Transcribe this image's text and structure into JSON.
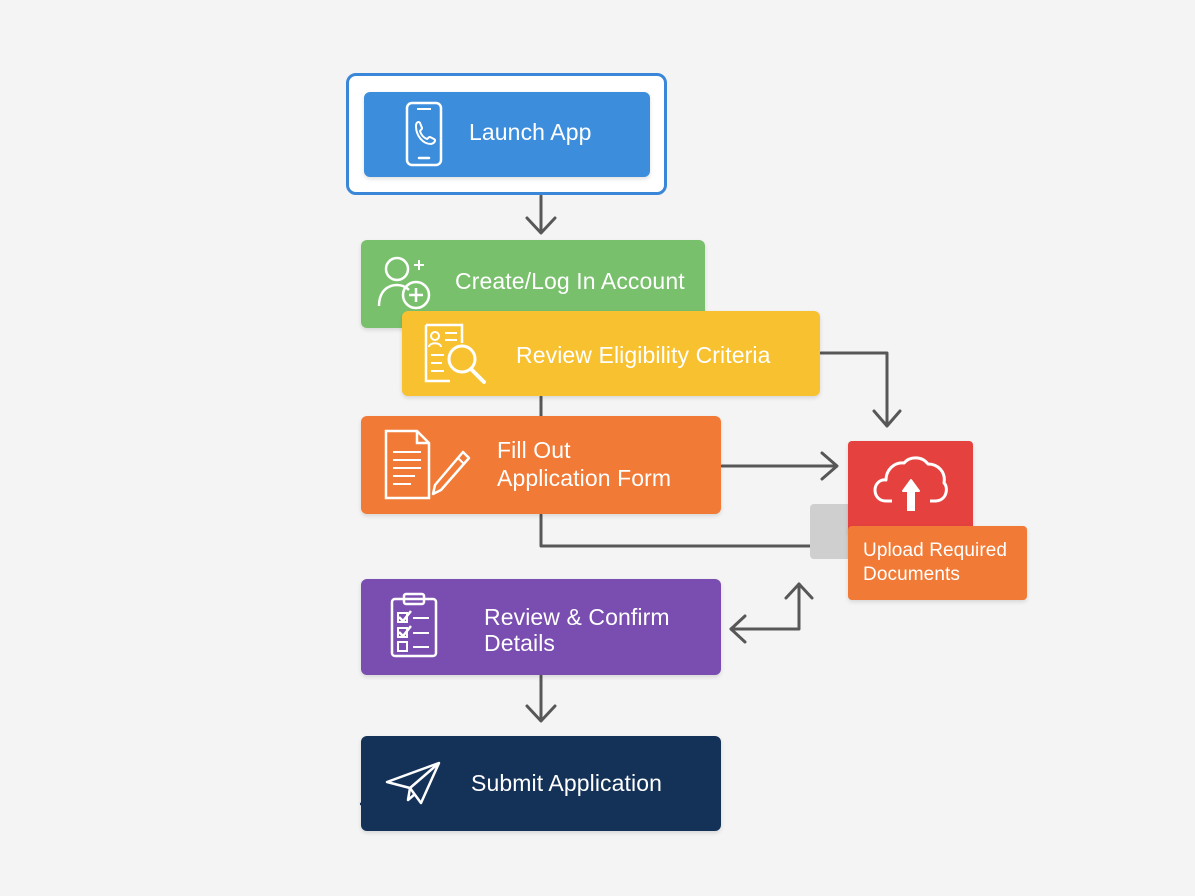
{
  "diagram": {
    "steps": {
      "launch": {
        "label": "Launch App",
        "icon": "smartphone-icon"
      },
      "create": {
        "label": "Create/Log In Account",
        "icon": "add-user-icon"
      },
      "review_eligibility": {
        "label": "Review Eligibility Criteria",
        "icon": "document-search-icon"
      },
      "fill_form": {
        "line1": "Fill Out",
        "line2": "Application Form",
        "icon": "form-edit-icon"
      },
      "upload": {
        "line1": "Upload Required",
        "line2": "Documents",
        "icon": "cloud-upload-icon"
      },
      "confirm": {
        "line1": "Review & Confirm",
        "line2": "Details",
        "icon": "clipboard-check-icon"
      },
      "submit": {
        "label": "Submit Application",
        "icon": "paper-plane-icon"
      }
    },
    "colors": {
      "launch": "#3d8ddd",
      "create": "#79c06d",
      "review_eligibility": "#f7c12f",
      "fill_form": "#f07a36",
      "upload_top": "#e4413f",
      "upload_bottom": "#f07a36",
      "confirm": "#7a4eb0",
      "submit": "#143257",
      "connector": "#555555"
    }
  }
}
